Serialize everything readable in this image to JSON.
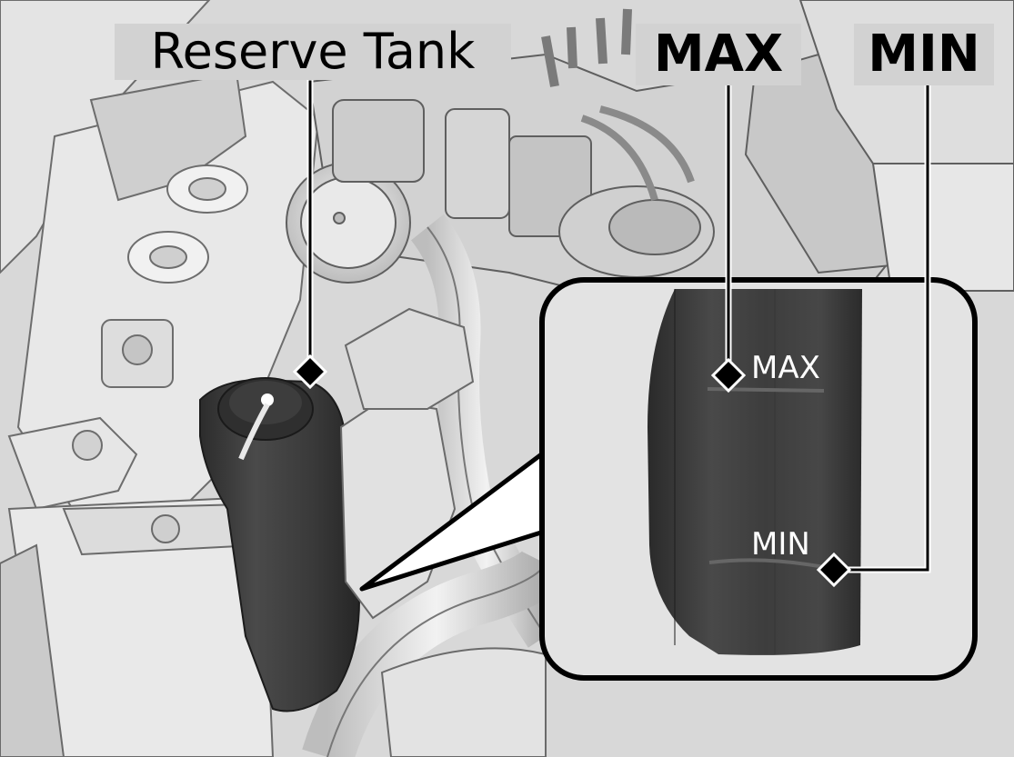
{
  "callouts": {
    "reserve_tank": "Reserve Tank",
    "max": "MAX",
    "min": "MIN"
  },
  "inset": {
    "max_mark": "MAX",
    "min_mark": "MIN"
  },
  "colors": {
    "background": "#d9d9d9",
    "label_bg": "#d2d2d2",
    "tank": "#3a3a3a",
    "outline": "#000000"
  }
}
